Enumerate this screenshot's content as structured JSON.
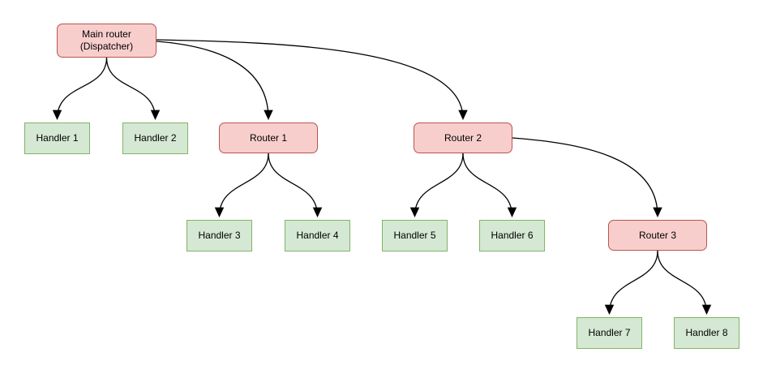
{
  "colors": {
    "background": "#ffffff",
    "router_fill": "#f8cecc",
    "router_border": "#b85450",
    "handler_fill": "#d5e8d4",
    "handler_border": "#82b366",
    "edge": "#000000"
  },
  "nodes": {
    "main": {
      "label": "Main router\n(Dispatcher)",
      "type": "router"
    },
    "router1": {
      "label": "Router 1",
      "type": "router"
    },
    "router2": {
      "label": "Router 2",
      "type": "router"
    },
    "router3": {
      "label": "Router 3",
      "type": "router"
    },
    "h1": {
      "label": "Handler 1",
      "type": "handler"
    },
    "h2": {
      "label": "Handler 2",
      "type": "handler"
    },
    "h3": {
      "label": "Handler 3",
      "type": "handler"
    },
    "h4": {
      "label": "Handler 4",
      "type": "handler"
    },
    "h5": {
      "label": "Handler 5",
      "type": "handler"
    },
    "h6": {
      "label": "Handler 6",
      "type": "handler"
    },
    "h7": {
      "label": "Handler 7",
      "type": "handler"
    },
    "h8": {
      "label": "Handler 8",
      "type": "handler"
    }
  },
  "edges": [
    {
      "from": "main",
      "to": "h1"
    },
    {
      "from": "main",
      "to": "h2"
    },
    {
      "from": "main",
      "to": "router1"
    },
    {
      "from": "main",
      "to": "router2"
    },
    {
      "from": "router1",
      "to": "h3"
    },
    {
      "from": "router1",
      "to": "h4"
    },
    {
      "from": "router2",
      "to": "h5"
    },
    {
      "from": "router2",
      "to": "h6"
    },
    {
      "from": "router2",
      "to": "router3"
    },
    {
      "from": "router3",
      "to": "h7"
    },
    {
      "from": "router3",
      "to": "h8"
    }
  ]
}
